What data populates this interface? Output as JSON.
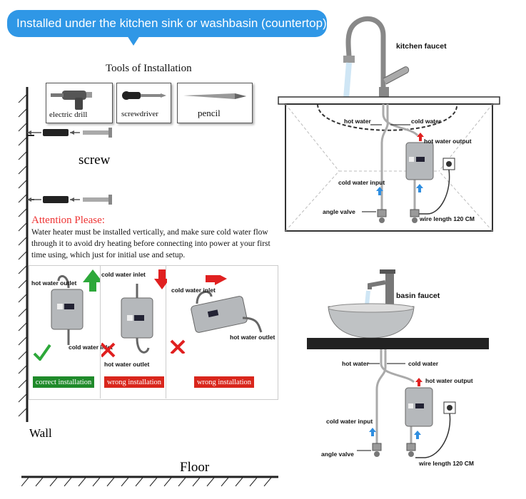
{
  "banner": {
    "text": "Installed under the kitchen sink or washbasin (countertop)",
    "color": "#2f97e6"
  },
  "tools": {
    "title": "Tools of Installation",
    "items": [
      {
        "label": "electric drill",
        "icon": "drill-icon"
      },
      {
        "label": "screwdriver",
        "icon": "screwdriver-icon"
      },
      {
        "label": "pencil",
        "icon": "pencil-icon"
      }
    ],
    "screw_label": "screw"
  },
  "attention": {
    "title": "Attention Please:",
    "text": "Water heater must be installed vertically, and make sure cold water flow through it to avoid dry heating before connecting into power at your first time using, which just for initial use and setup."
  },
  "orientation_panels": [
    {
      "status": "correct installation",
      "status_color": "#1f8a2a",
      "top_label": "hot water outlet",
      "bottom_label": "cold water inlet",
      "arrow_color": "#2da83a"
    },
    {
      "status": "wrong installation",
      "status_color": "#d9261c",
      "top_label": "cold water inlet",
      "bottom_label": "hot water outlet",
      "arrow_color": "#e02020"
    },
    {
      "status": "wrong installation",
      "status_color": "#d9261c",
      "top_label": "cold water inlet",
      "bottom_label": "hot water outlet",
      "arrow_color": "#e02020"
    }
  ],
  "wall_label": "Wall",
  "floor_label": "Floor",
  "kitchen_diagram": {
    "faucet_label": "kitchen faucet",
    "hot_water": "hot water",
    "cold_water": "cold water",
    "hot_water_output": "hot water output",
    "cold_water_input": "cold water input",
    "angle_valve": "angle valve",
    "wire_length": "wire length 120 CM"
  },
  "basin_diagram": {
    "faucet_label": "basin faucet",
    "hot_water": "hot water",
    "cold_water": "cold water",
    "hot_water_output": "hot water output",
    "cold_water_input": "cold water input",
    "angle_valve": "angle valve",
    "wire_length": "wire length 120 CM"
  }
}
